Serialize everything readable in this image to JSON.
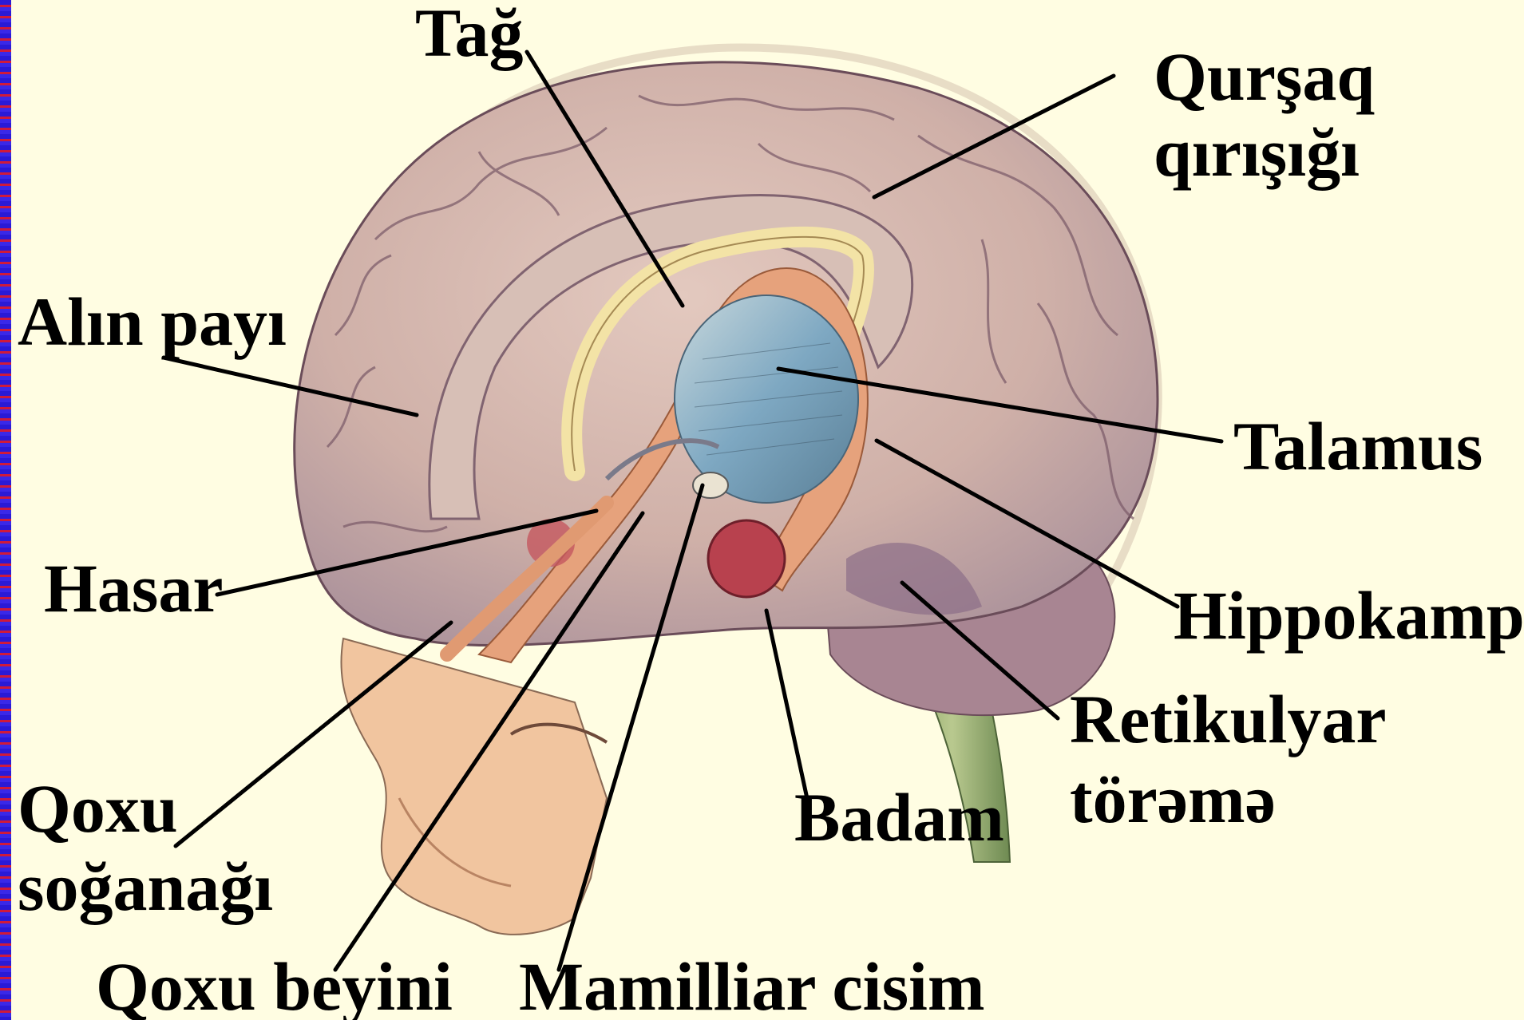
{
  "colors": {
    "background": "#fffde2",
    "border": "#2a1ad6",
    "cortex": "#d6b6aa",
    "cortex_dark": "#9c7f86",
    "limbic_orange": "#e6a27c",
    "fornix_yellow": "#f3e3a6",
    "thalamus_blue": "#8ab1c6",
    "amygdala_red": "#b8414e",
    "brainstem_green": "#97aa70",
    "leader_line": "#000000"
  },
  "labels": {
    "tag": "Tağ",
    "cingulate_1": "Qurşaq",
    "cingulate_2": "qırışığı",
    "frontal": "Alın payı",
    "thalamus": "Talamus",
    "hasar": "Hasar",
    "hippocampus": "Hippokamp",
    "reticular_1": "Retikulyar",
    "reticular_2": "törəmə",
    "olfactory_bulb_1": "Qoxu",
    "olfactory_bulb_2": "soğanağı",
    "badam": "Badam",
    "olfactory_brain": "Qoxu beyini",
    "mammillary": "Mamilliar cisim"
  }
}
